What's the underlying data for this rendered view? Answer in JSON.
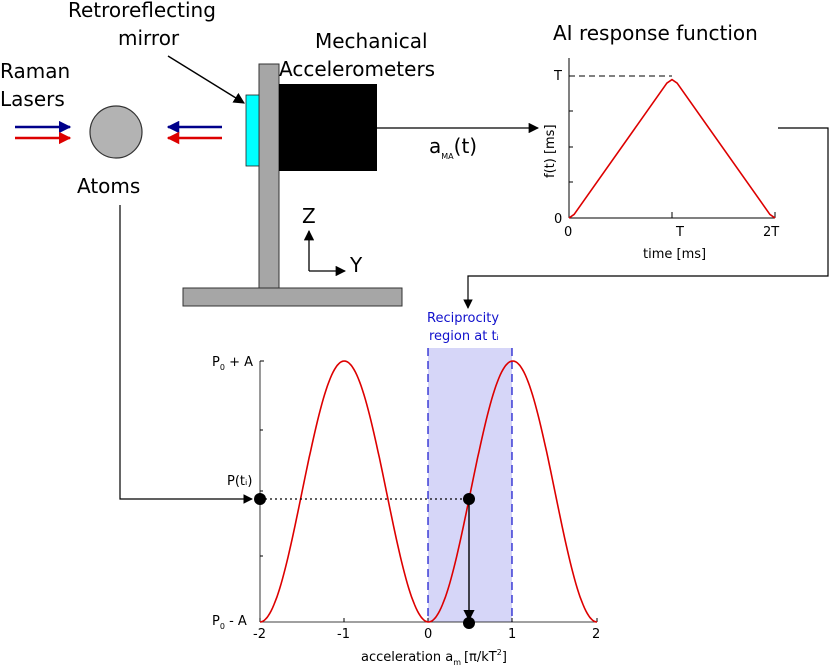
{
  "labels": {
    "retroreflecting_line1": "Retroreflecting",
    "retroreflecting_line2": "mirror",
    "mechanical_line1": "Mechanical",
    "mechanical_line2": "Accelerometers",
    "raman_line1": "Raman",
    "raman_line2": "Lasers",
    "atoms": "Atoms",
    "axis_z": "Z",
    "axis_y": "Y",
    "signal_main": "a",
    "signal_sub": "MA",
    "signal_arg": "(t)",
    "ai_title": "AI response function"
  },
  "chart_data": [
    {
      "type": "line",
      "title": "AI response function",
      "xlabel": "time [ms]",
      "ylabel": "f(t) [ms]",
      "xticks": [
        "0",
        "T",
        "2T"
      ],
      "yticks": [
        "0",
        "T"
      ],
      "xlim": [
        0,
        2
      ],
      "ylim": [
        0,
        1
      ],
      "series": [
        {
          "color": "#dd0000",
          "x": [
            0,
            0.05,
            0.95,
            1.0,
            1.05,
            1.95,
            2.0
          ],
          "y": [
            0,
            0.025,
            0.95,
            0.975,
            0.95,
            0.025,
            0
          ]
        }
      ],
      "reference_line": {
        "y": 1,
        "x_to": 1,
        "style": "dashed"
      }
    },
    {
      "type": "line",
      "xlabel_main": "acceleration a",
      "xlabel_sub": "m",
      "xlabel_unit": "[π/kT",
      "xlabel_sup": "2",
      "xlabel_close": "]",
      "xticks": [
        "-2",
        "-1",
        "0",
        "1",
        "2"
      ],
      "xlim": [
        -2,
        2
      ],
      "ytick_top_main": "P",
      "ytick_top_sub": "0",
      "ytick_top_rest": " + A",
      "ytick_mid": "P(tᵢ)",
      "ytick_bottom_main": "P",
      "ytick_bottom_sub": "0",
      "ytick_bottom_rest": " - A",
      "series": [
        {
          "color": "#dd0000",
          "function": "P0 - A*cos(pi*a)",
          "x_range": [
            -2,
            2
          ]
        }
      ],
      "shaded_region": {
        "x": [
          0,
          1
        ],
        "color": "#d6d6f8",
        "label_line1": "Reciprocity",
        "label_line2": "region at tᵢ"
      },
      "points": [
        {
          "x": -2,
          "y": 0
        },
        {
          "x": 0.5,
          "y": 0
        },
        {
          "x": 0.5,
          "y": -1
        }
      ]
    }
  ],
  "colors": {
    "red_curve": "#dd0000",
    "laser_blue": "#00008b",
    "laser_red": "#dd0000",
    "mirror_cyan": "#00ffff",
    "atoms_gray": "#b3b3b3",
    "post_gray": "#a6a6a6",
    "accelerometer_black": "#000000",
    "region_fill": "#d6d6f8",
    "region_text": "#1111cc"
  }
}
